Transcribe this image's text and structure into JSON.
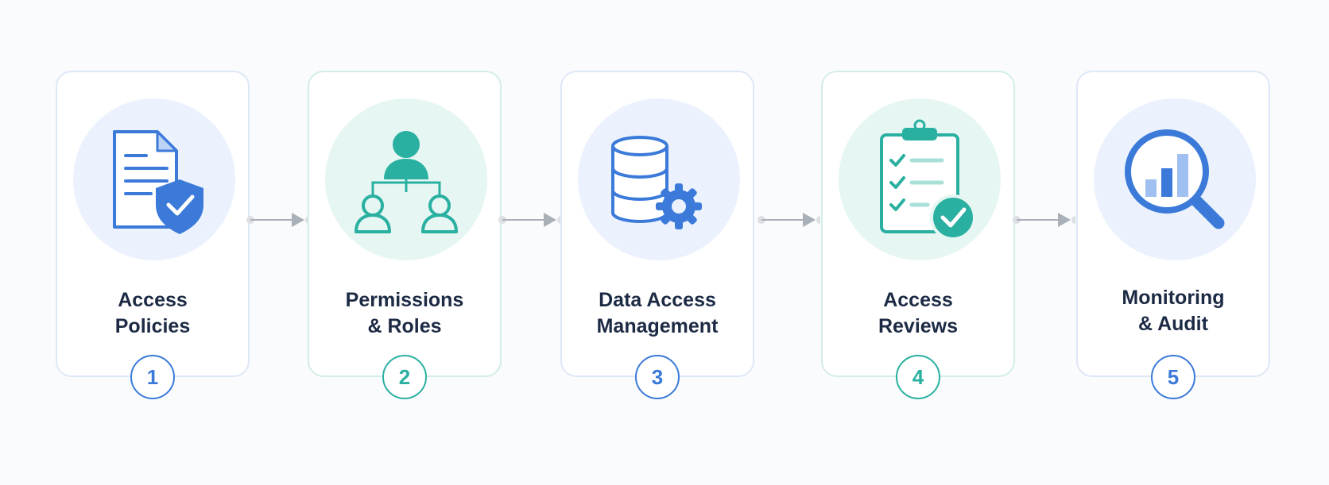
{
  "steps": [
    {
      "number": "1",
      "label_line1": "Access",
      "label_line2": "Policies",
      "icon": "document-shield-icon",
      "accent": "#3b7ad9"
    },
    {
      "number": "2",
      "label_line1": "Permissions",
      "label_line2": "& Roles",
      "icon": "user-hierarchy-icon",
      "accent": "#2ab0a1"
    },
    {
      "number": "3",
      "label_line1": "Data Access",
      "label_line2": "Management",
      "icon": "database-gear-icon",
      "accent": "#3b7ad9"
    },
    {
      "number": "4",
      "label_line1": "Access",
      "label_line2": "Reviews",
      "icon": "clipboard-check-icon",
      "accent": "#2ab0a1"
    },
    {
      "number": "5",
      "label_line1": "Monitoring",
      "label_line2": "& Audit",
      "icon": "magnifier-chart-icon",
      "accent": "#3b7ad9"
    }
  ],
  "colors": {
    "blue": "#3b7ad9",
    "teal": "#2ab0a1",
    "connector": "#a9b0b8",
    "text": "#1c2a44"
  }
}
